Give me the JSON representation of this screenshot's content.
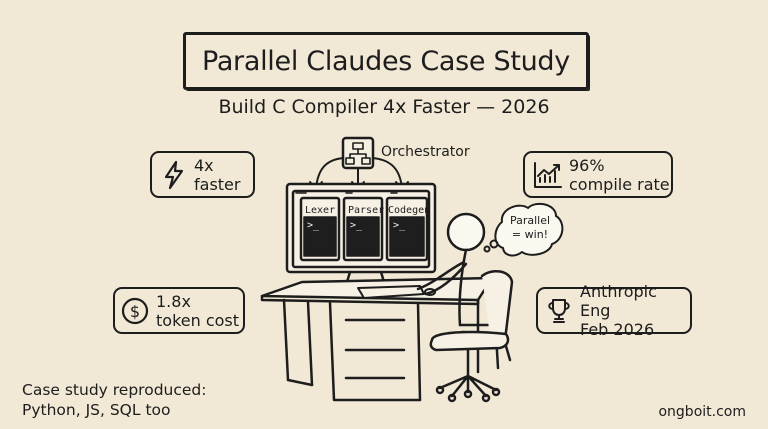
{
  "title": "Parallel Claudes Case Study",
  "subtitle": "Build C Compiler 4x Faster — 2026",
  "orchestrator": {
    "label": "Orchestrator",
    "icon": "hierarchy-icon"
  },
  "panes": [
    {
      "label": "Lexer",
      "prompt": ">_"
    },
    {
      "label": "Parser",
      "prompt": ">_"
    },
    {
      "label": "Codegen",
      "prompt": ">_"
    }
  ],
  "thought_bubble": {
    "line1": "Parallel",
    "line2": "= win!"
  },
  "stats": {
    "speed": {
      "line1": "4x",
      "line2": "faster",
      "icon": "lightning-icon"
    },
    "compile": {
      "line1": "96%",
      "line2": "compile rate",
      "icon": "chart-up-icon"
    },
    "cost": {
      "line1": "1.8x",
      "line2": "token cost",
      "icon": "dollar-icon"
    },
    "source": {
      "line1": "Anthropic Eng",
      "line2": "Feb 2026",
      "icon": "trophy-icon"
    }
  },
  "note": {
    "line1": "Case study reproduced:",
    "line2": "Python, JS, SQL too"
  },
  "brand": "ongboit.com",
  "colors": {
    "background": "#f1e9d6",
    "ink": "#1d1d1d",
    "screen": "#1e1e1e"
  }
}
